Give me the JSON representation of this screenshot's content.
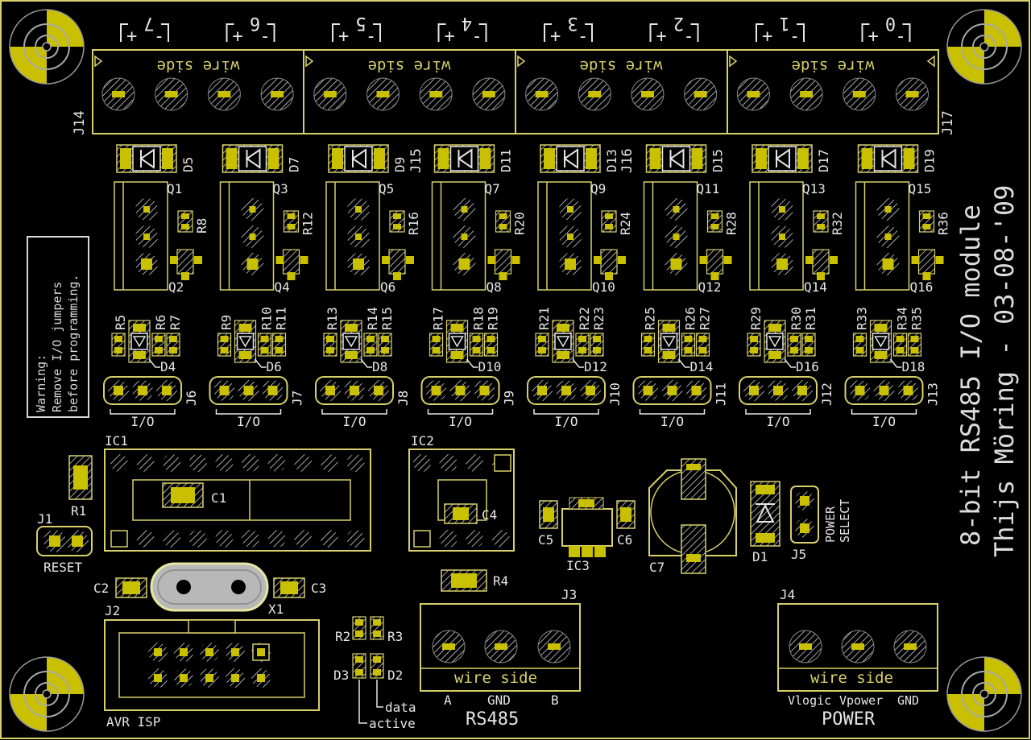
{
  "colors": {
    "background": "#000000",
    "silkscreen": "#e6e6e6",
    "copper": "#d8d06a",
    "pad": "#c8c000",
    "mounting": "#c8c000"
  },
  "board": {
    "title_line1": "8-bit RS485 I/O module",
    "title_line2": "Thijs Möring - 03-08-'09",
    "warning_line1": "Warning:",
    "warning_line2": "Remove I/O jumpers",
    "warning_line3": "before programming."
  },
  "outputs": {
    "wire_side": "wire side",
    "connectors": [
      "J14",
      "J15",
      "J16",
      "J17"
    ],
    "channels": [
      {
        "num": "7",
        "diode": "D5",
        "q_main": "Q1",
        "r_base": "R8",
        "q_small": "Q2",
        "r_a": "R5",
        "r_b": "R6",
        "r_c": "R7",
        "led": "D4",
        "jumper": "J6",
        "io": "I/O"
      },
      {
        "num": "6",
        "diode": "D7",
        "q_main": "Q3",
        "r_base": "R12",
        "q_small": "Q4",
        "r_a": "R9",
        "r_b": "R10",
        "r_c": "R11",
        "led": "D6",
        "jumper": "J7",
        "io": "I/O"
      },
      {
        "num": "5",
        "diode": "D9",
        "q_main": "Q5",
        "r_base": "R16",
        "q_small": "Q6",
        "r_a": "R13",
        "r_b": "R14",
        "r_c": "R15",
        "led": "D8",
        "jumper": "J8",
        "io": "I/O"
      },
      {
        "num": "4",
        "diode": "D11",
        "q_main": "Q7",
        "r_base": "R20",
        "q_small": "Q8",
        "r_a": "R17",
        "r_b": "R18",
        "r_c": "R19",
        "led": "D10",
        "jumper": "J9",
        "io": "I/O"
      },
      {
        "num": "3",
        "diode": "D13",
        "q_main": "Q9",
        "r_base": "R24",
        "q_small": "Q10",
        "r_a": "R21",
        "r_b": "R22",
        "r_c": "R23",
        "led": "D12",
        "jumper": "J10",
        "io": "I/O"
      },
      {
        "num": "2",
        "diode": "D15",
        "q_main": "Q11",
        "r_base": "R28",
        "q_small": "Q12",
        "r_a": "R25",
        "r_b": "R26",
        "r_c": "R27",
        "led": "D14",
        "jumper": "J11",
        "io": "I/O"
      },
      {
        "num": "1",
        "diode": "D17",
        "q_main": "Q13",
        "r_base": "R32",
        "q_small": "Q14",
        "r_a": "R29",
        "r_b": "R30",
        "r_c": "R31",
        "led": "D16",
        "jumper": "J12",
        "io": "I/O"
      },
      {
        "num": "0",
        "diode": "D19",
        "q_main": "Q15",
        "r_base": "R36",
        "q_small": "Q16",
        "r_a": "R33",
        "r_b": "R34",
        "r_c": "R35",
        "led": "D18",
        "jumper": "J13",
        "io": "I/O"
      }
    ]
  },
  "lower": {
    "ic1": "IC1",
    "ic2": "IC2",
    "ic3": "IC3",
    "c1": "C1",
    "c2": "C2",
    "c3": "C3",
    "c4": "C4",
    "c5": "C5",
    "c6": "C6",
    "c7": "C7",
    "r1": "R1",
    "r2": "R2",
    "r3": "R3",
    "r4": "R4",
    "d1": "D1",
    "d2": "D2",
    "d3": "D3",
    "x1": "X1",
    "j1": "J1",
    "j1_label": "RESET",
    "j2": "J2",
    "j2_label": "AVR ISP",
    "j3": "J3",
    "j3_wire": "wire side",
    "j3_a": "A",
    "j3_gnd": "GND",
    "j3_b": "B",
    "j3_label": "RS485",
    "j4": "J4",
    "j4_wire": "wire side",
    "j4_vlogic": "Vlogic",
    "j4_vpower": "Vpower",
    "j4_gnd": "GND",
    "j4_label": "POWER",
    "j5": "J5",
    "j5_line1": "POWER",
    "j5_line2": "SELECT",
    "d2_label": "data",
    "d3_label": "active"
  }
}
